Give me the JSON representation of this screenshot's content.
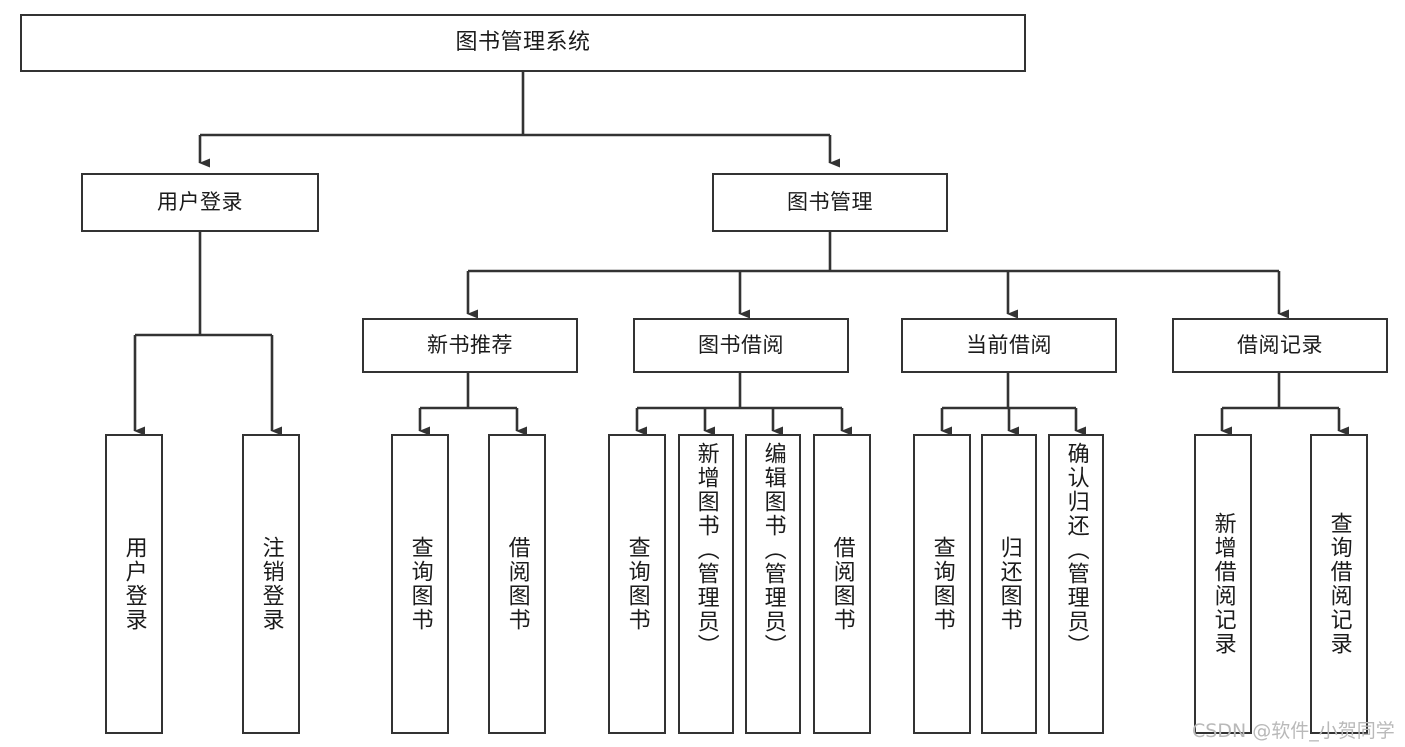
{
  "diagram": {
    "title": "图书管理系统",
    "type": "tree-hierarchy",
    "root": {
      "label": "图书管理系统"
    },
    "level2": [
      {
        "label": "用户登录"
      },
      {
        "label": "图书管理"
      }
    ],
    "level3": [
      {
        "label": "新书推荐"
      },
      {
        "label": "图书借阅"
      },
      {
        "label": "当前借阅"
      },
      {
        "label": "借阅记录"
      }
    ],
    "leaves": {
      "user_login": [
        {
          "label": "用户登录"
        },
        {
          "label": "注销登录"
        }
      ],
      "new_book_recommend": [
        {
          "label": "查询图书"
        },
        {
          "label": "借阅图书"
        }
      ],
      "book_borrow": [
        {
          "label": "查询图书"
        },
        {
          "label": "新增图书（管理员）"
        },
        {
          "label": "编辑图书（管理员）"
        },
        {
          "label": "借阅图书"
        }
      ],
      "current_borrow": [
        {
          "label": "查询图书"
        },
        {
          "label": "归还图书"
        },
        {
          "label": "确认归还（管理员）"
        }
      ],
      "borrow_records": [
        {
          "label": "新增借阅记录"
        },
        {
          "label": "查询借阅记录"
        }
      ]
    }
  },
  "watermark": {
    "text": "CSDN @软件_小贺同学"
  },
  "colors": {
    "border": "#333333",
    "background": "#ffffff",
    "text": "#1b1b1b",
    "watermark": "#b9b9b9"
  }
}
